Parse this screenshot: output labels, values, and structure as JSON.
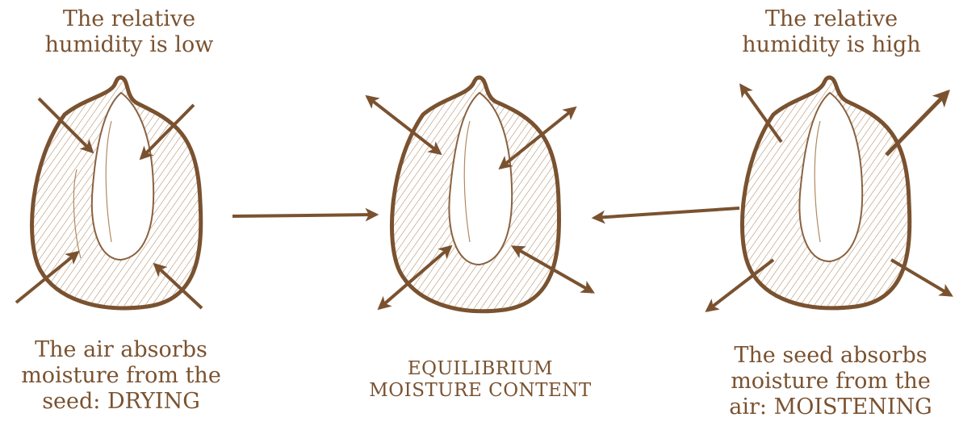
{
  "colors": {
    "ink": "#7a5230",
    "hatch": "#b08a63",
    "background": "#ffffff"
  },
  "labels": {
    "top_left": [
      "The relative",
      "humidity is low"
    ],
    "top_right": [
      "The relative",
      "humidity is high"
    ],
    "bottom_left": [
      "The air absorbs",
      "moisture from the",
      "seed: DRYING"
    ],
    "bottom_middle": [
      "EQUILIBRIUM",
      "MOISTURE CONTENT"
    ],
    "bottom_right": [
      "The seed absorbs",
      "moisture from the",
      "air: MOISTENING"
    ]
  }
}
